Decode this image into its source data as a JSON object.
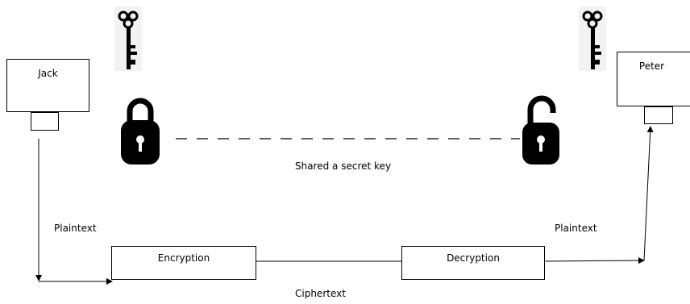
{
  "nodes": {
    "sender": "Jack",
    "receiver": "Peter",
    "encrypt": "Encryption",
    "decrypt": "Decryption"
  },
  "edges": {
    "plaintext_left": "Plaintext",
    "plaintext_right": "Plaintext",
    "ciphertext": "Ciphertext",
    "shared_key": "Shared a secret key"
  },
  "icons": [
    "key-icon",
    "lock-closed-icon",
    "key-icon",
    "lock-open-icon"
  ],
  "colors": {
    "line": "#000000",
    "icon": "#000000",
    "background": "#ffffff"
  }
}
